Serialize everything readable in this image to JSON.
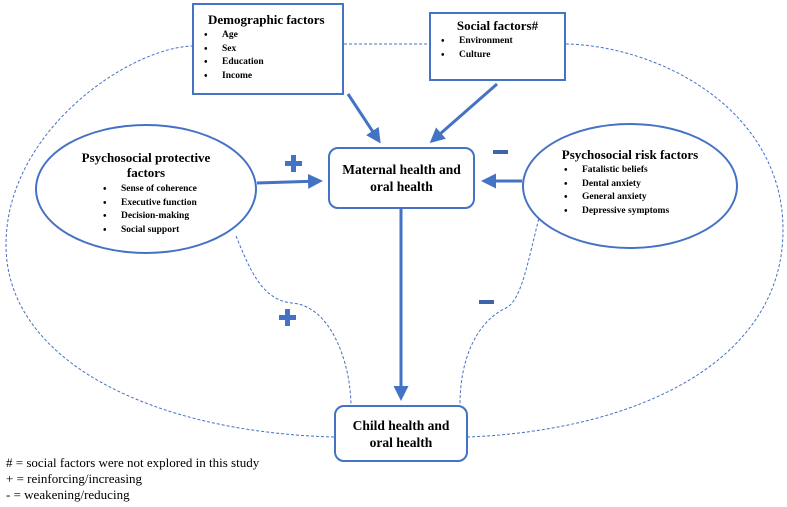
{
  "demographic": {
    "title": "Demographic factors",
    "items": [
      "Age",
      "Sex",
      "Education",
      "Income"
    ]
  },
  "social": {
    "title": "Social factors#",
    "items": [
      "Environment",
      "Culture"
    ]
  },
  "maternal": {
    "line1": "Maternal health and",
    "line2": "oral health"
  },
  "child": {
    "line1": "Child health and",
    "line2": "oral health"
  },
  "protective": {
    "title_line1": "Psychosocial protective",
    "title_line2": "factors",
    "items": [
      "Sense of coherence",
      "Executive function",
      "Decision-making",
      "Social support"
    ]
  },
  "risk": {
    "title": "Psychosocial risk factors",
    "items": [
      "Fatalistic beliefs",
      "Dental anxiety",
      "General anxiety",
      "Depressive symptoms"
    ]
  },
  "legend": {
    "line1": "# = social factors were not explored in this study",
    "line2": "+ = reinforcing/increasing",
    "line3": "- = weakening/reducing"
  },
  "colors": {
    "stroke": "#4472C4",
    "arrow": "#4472C4"
  }
}
